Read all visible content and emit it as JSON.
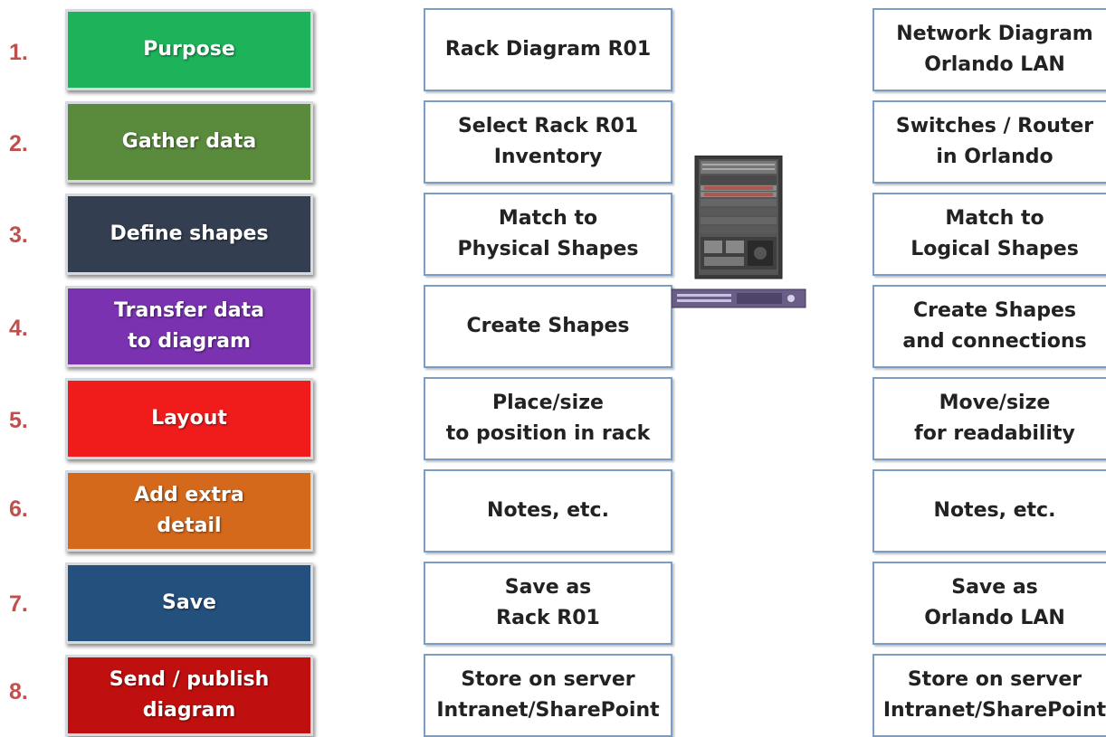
{
  "rows": [
    {
      "num": "1.",
      "step": "Purpose",
      "color": "#1cb35a",
      "rack": "Rack Diagram R01",
      "network": "Network Diagram\nOrlando LAN"
    },
    {
      "num": "2.",
      "step": "Gather data",
      "color": "#5a8a3c",
      "rack": "Select Rack R01\nInventory",
      "network": "Switches / Router\nin Orlando"
    },
    {
      "num": "3.",
      "step": "Define shapes",
      "color": "#333e50",
      "rack": "Match to\nPhysical Shapes",
      "network": "Match to\nLogical Shapes"
    },
    {
      "num": "4.",
      "step": "Transfer data\nto diagram",
      "color": "#7a32b0",
      "rack": "Create Shapes",
      "network": "Create Shapes\nand connections"
    },
    {
      "num": "5.",
      "step": "Layout",
      "color": "#f01c1c",
      "rack": "Place/size\nto position in rack",
      "network": "Move/size\nfor readability"
    },
    {
      "num": "6.",
      "step": "Add extra\ndetail",
      "color": "#d4691c",
      "rack": "Notes, etc.",
      "network": "Notes, etc."
    },
    {
      "num": "7.",
      "step": "Save",
      "color": "#24507e",
      "rack": "Save as\nRack R01",
      "network": "Save as\nOrlando LAN"
    },
    {
      "num": "8.",
      "step": "Send / publish\ndiagram",
      "color": "#c00f0f",
      "rack": "Store on server\nIntranet/SharePoint",
      "network": "Store on server\nIntranet/SharePoint"
    }
  ],
  "icons": {
    "rack": "server-rack-icon",
    "device": "rack-mounted-device-icon"
  }
}
